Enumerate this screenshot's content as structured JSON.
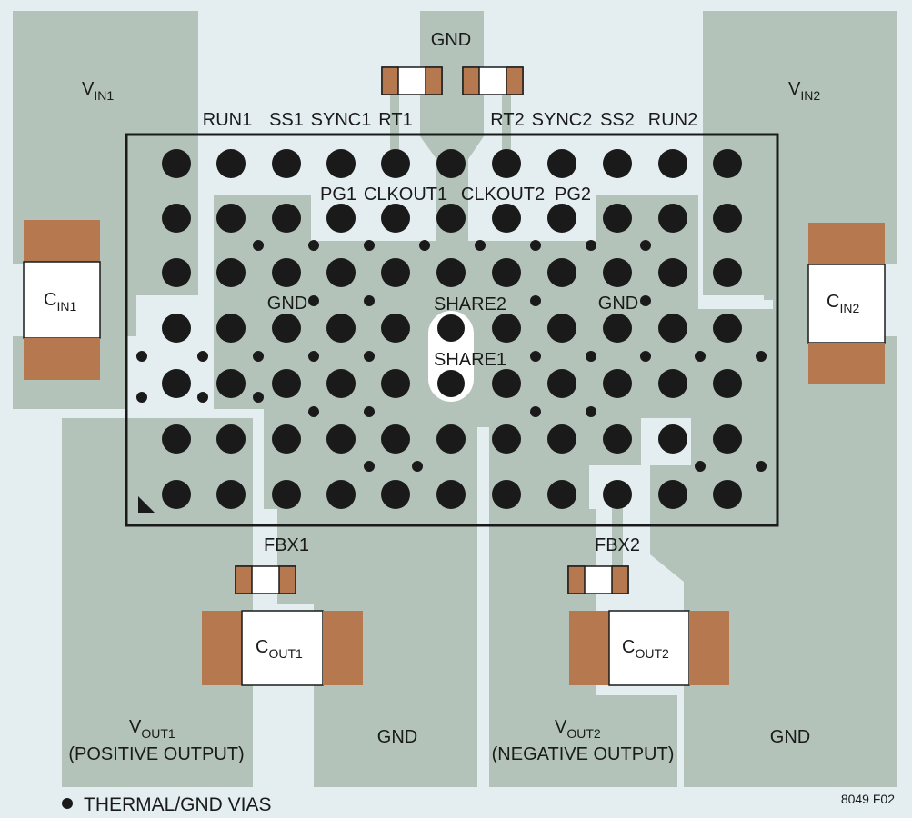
{
  "colors": {
    "background": "#e4eef1",
    "copper": "#b3c3ba",
    "package_outline": "#1a1a1a",
    "pad": "#1a1a1a",
    "cap_terminal": "#b5784f",
    "cap_body": "#ffffff",
    "text": "#1a1a1a"
  },
  "labels": {
    "vin1": {
      "main": "V",
      "sub": "IN1"
    },
    "vin2": {
      "main": "V",
      "sub": "IN2"
    },
    "cin1": {
      "main": "C",
      "sub": "IN1"
    },
    "cin2": {
      "main": "C",
      "sub": "IN2"
    },
    "cout1": {
      "main": "C",
      "sub": "OUT1"
    },
    "cout2": {
      "main": "C",
      "sub": "OUT2"
    },
    "vout1": {
      "main": "V",
      "sub": "OUT1",
      "desc": "(POSITIVE OUTPUT)"
    },
    "vout2": {
      "main": "V",
      "sub": "OUT2",
      "desc": "(NEGATIVE OUTPUT)"
    },
    "gnd_top": "GND",
    "gnd_left": "GND",
    "gnd_right": "GND",
    "gnd_bottom_mid": "GND",
    "gnd_bottom_right": "GND",
    "run1": "RUN1",
    "ss1": "SS1",
    "sync1": "SYNC1",
    "rt1": "RT1",
    "rt2": "RT2",
    "sync2": "SYNC2",
    "ss2": "SS2",
    "run2": "RUN2",
    "pg1": "PG1",
    "clkout1": "CLKOUT1",
    "clkout2": "CLKOUT2",
    "pg2": "PG2",
    "share2": "SHARE2",
    "share1": "SHARE1",
    "fbx1": "FBX1",
    "fbx2": "FBX2",
    "legend": "THERMAL/GND VIAS",
    "figure_code": "8049 F02"
  },
  "icons": {
    "legend_marker": "via-dot-icon",
    "pin1_marker": "pin1-corner-triangle-icon"
  }
}
